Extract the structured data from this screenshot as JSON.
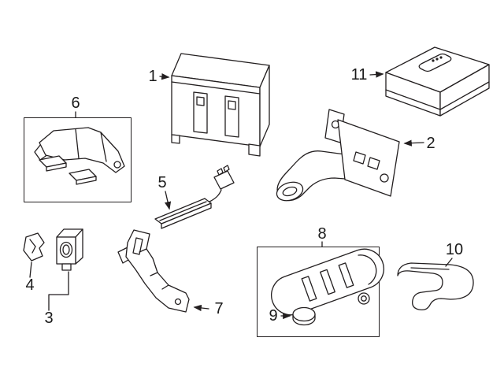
{
  "colors": {
    "background": "#ffffff",
    "line": "#231f20",
    "label_text": "#1a1a1a"
  },
  "callouts": {
    "part1": "1",
    "part2": "2",
    "part3": "3",
    "part4": "4",
    "part5": "5",
    "part6": "6",
    "part7": "7",
    "part8": "8",
    "part9": "9",
    "part10": "10",
    "part11": "11"
  }
}
